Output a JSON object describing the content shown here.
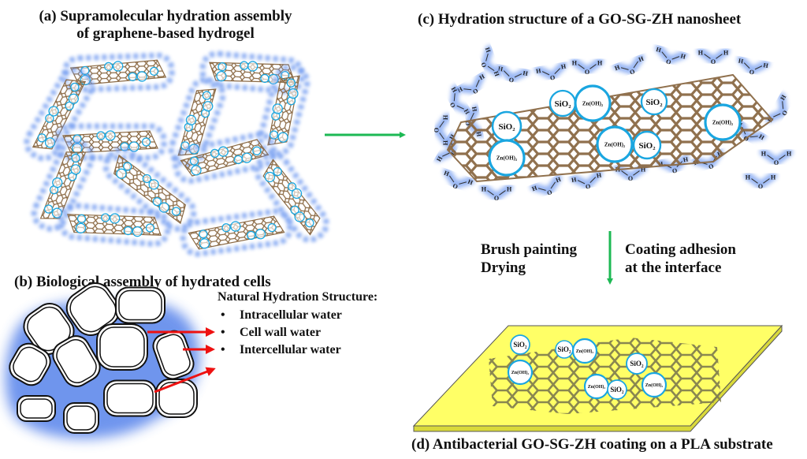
{
  "panels": {
    "a": {
      "title_line1": "(a) Supramolecular hydration assembly",
      "title_line2": "of graphene-based hydrogel"
    },
    "b": {
      "title": "(b) Biological assembly of hydrated cells",
      "legend_heading": "Natural Hydration Structure:",
      "legend_items": [
        "Intracellular water",
        "Cell wall water",
        "Intercellular water"
      ]
    },
    "c": {
      "title": "(c) Hydration structure of a GO-SG-ZH nanosheet"
    },
    "d": {
      "title": "(d) Antibacterial GO-SG-ZH coating on a PLA substrate"
    }
  },
  "process": {
    "left_line1": "Brush painting",
    "left_line2": "Drying",
    "right_line1": "Coating adhesion",
    "right_line2": "at the interface"
  },
  "particles": {
    "sio2": "SiO₂",
    "znoh2": "Zn(OH)₂"
  },
  "water": {
    "h": "H",
    "o": "O"
  },
  "colors": {
    "arrow_green": "#1db954",
    "arrow_red": "#ee1111",
    "particle_ring": "#1aa6e0",
    "graphene_brown": "#8b6a45",
    "water_glow": "#6f9af0",
    "substrate_yellow": "#ffff66"
  }
}
